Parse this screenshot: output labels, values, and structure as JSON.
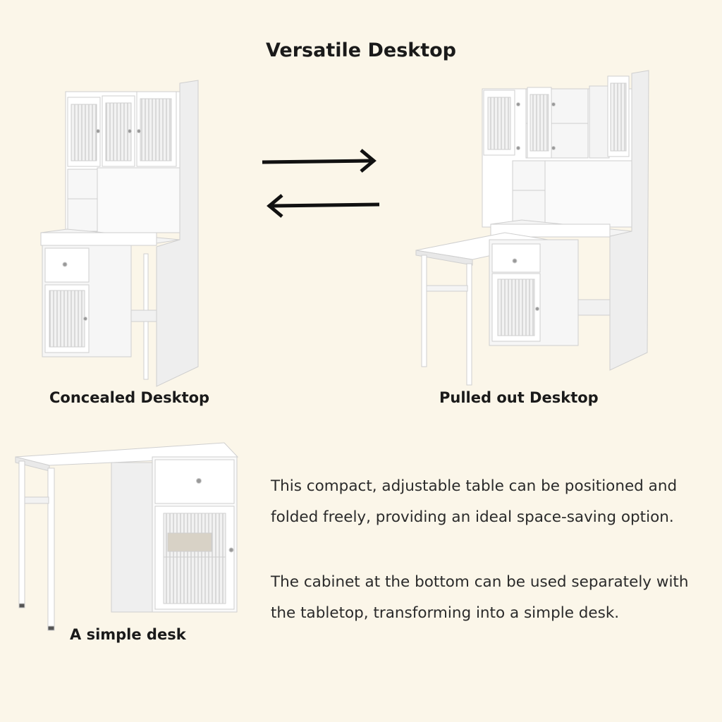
{
  "title": "Versatile Desktop",
  "captions": {
    "concealed": "Concealed Desktop",
    "pulled_out": "Pulled out Desktop",
    "simple": "A simple desk"
  },
  "description": {
    "paragraph1": "This compact, adjustable table can be positioned and folded freely, providing an ideal space-saving option.",
    "paragraph2": "The cabinet at the bottom can be used separately with the tabletop, transforming into a simple desk."
  },
  "icons": {
    "arrow_right": "arrow-right-icon",
    "arrow_left": "arrow-left-icon"
  },
  "colors": {
    "background": "#fbf6e9",
    "furniture": "#ffffff",
    "text": "#1a1a1a"
  }
}
